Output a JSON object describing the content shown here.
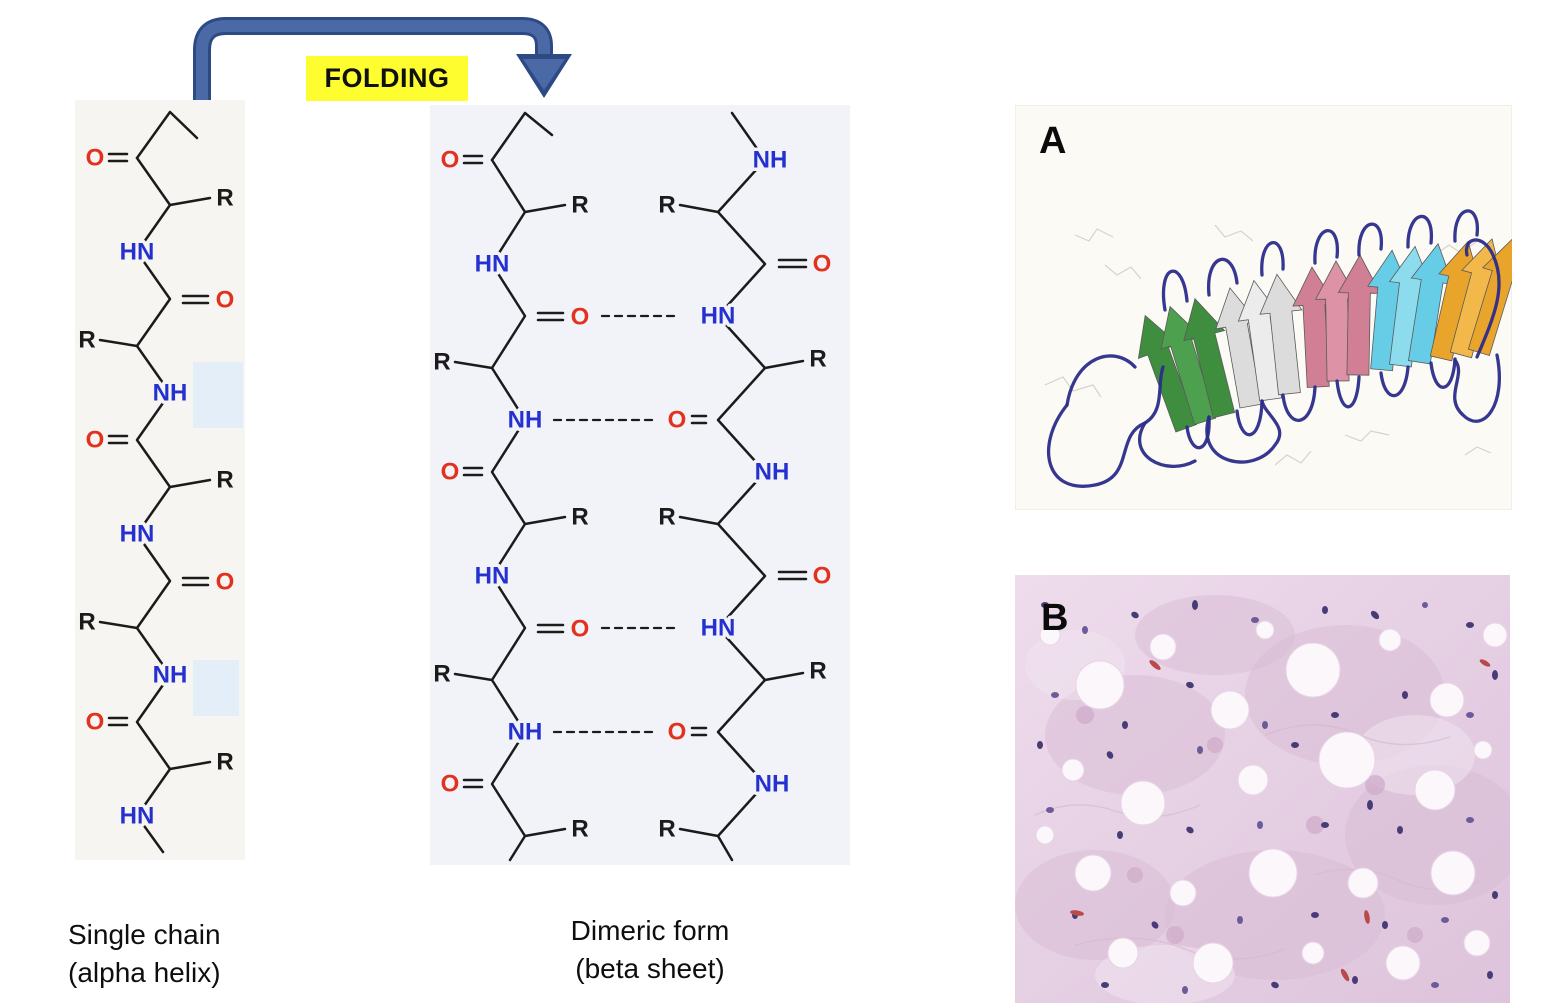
{
  "colors": {
    "oxygen": "#e2311c",
    "nitrogen": "#2531cf",
    "carbon": "#1b1b1b",
    "arrow": "#4a69a5",
    "arrow_dark": "#2d4a84",
    "folding_bg": "#fdfd2f",
    "chain_bg": "#f6f5f2",
    "dimer_bg": "#f2f3f9",
    "highlight": "#d9e9fb",
    "loop_navy": "#2b2c8a",
    "strand_green": "#3f8e3f",
    "strand_white": "#dcdcdc",
    "strand_pink": "#d07f95",
    "strand_cyan": "#67cde6",
    "strand_orange": "#e9a42b",
    "panelA_bg": "#fcfaf4",
    "histo_bg": "#e8d4e6",
    "histo_nucleus": "#473c76"
  },
  "folding": {
    "label": "FOLDING"
  },
  "chem": {
    "O": "O",
    "NH": "NH",
    "HN": "HN",
    "R": "R"
  },
  "captions": {
    "single_line1": "Single chain",
    "single_line2": "(alpha helix)",
    "dimer_line1": "Dimeric form",
    "dimer_line2": "(beta sheet)"
  },
  "panels": {
    "a_label": "A",
    "b_label": "B"
  }
}
